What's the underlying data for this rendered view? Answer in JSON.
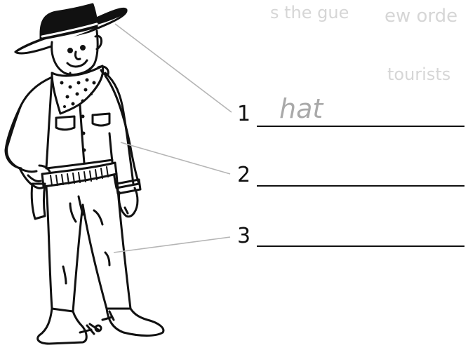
{
  "items": [
    {
      "number": "1",
      "answer": "hat"
    },
    {
      "number": "2",
      "answer": ""
    },
    {
      "number": "3",
      "answer": ""
    }
  ],
  "background_bleed": {
    "text_a": "ew orde",
    "text_b": "s the gue",
    "text_c": "tourists"
  },
  "colors": {
    "ink": "#111111",
    "leader_line": "#b5b5b5",
    "answer_text": "#a9a9a9",
    "bleed_text": "#d6d6d6"
  }
}
